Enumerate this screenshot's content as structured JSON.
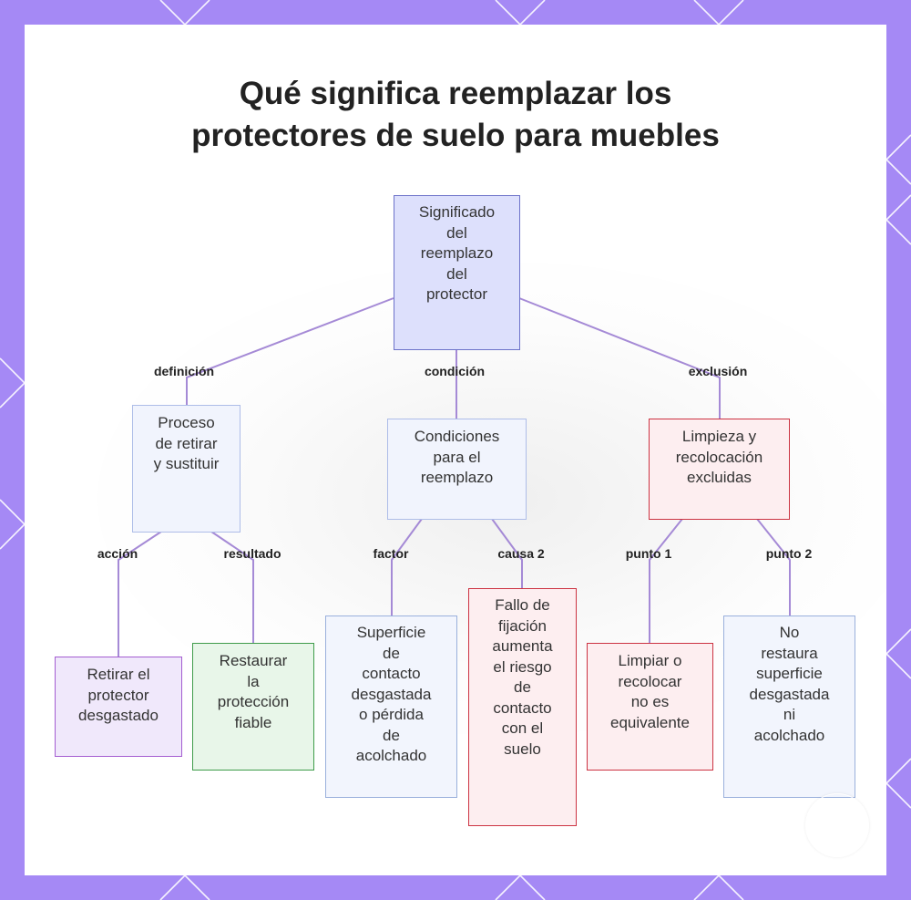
{
  "title_lines": [
    "Qué significa reemplazar los",
    "protectores de suelo para muebles"
  ],
  "colors": {
    "frame": "#a589f5",
    "edge": "#a58ad6",
    "root_fill": "#dde0fc",
    "red_border": "#cc3342",
    "green_border": "#3f9c4a",
    "purple_border": "#a45dd1"
  },
  "nodes": {
    "root": [
      "Significado",
      "del",
      "reemplazo",
      "del",
      "protector"
    ],
    "proceso": [
      "Proceso",
      "de retirar",
      "y sustituir"
    ],
    "condiciones": [
      "Condiciones",
      "para el",
      "reemplazo"
    ],
    "limpieza": [
      "Limpieza y",
      "recolocación",
      "excluidas"
    ],
    "retirar": [
      "Retirar el",
      "protector",
      "desgastado"
    ],
    "restaurar": [
      "Restaurar",
      "la",
      "protección",
      "fiable"
    ],
    "superficie": [
      "Superficie",
      "de",
      "contacto",
      "desgastada",
      "o pérdida",
      "de",
      "acolchado"
    ],
    "fallo": [
      "Fallo de",
      "fijación",
      "aumenta",
      "el riesgo",
      "de",
      "contacto",
      "con el",
      "suelo"
    ],
    "limpiar": [
      "Limpiar o",
      "recolocar",
      "no es",
      "equivalente"
    ],
    "no_restaura": [
      "No",
      "restaura",
      "superficie",
      "desgastada",
      "ni",
      "acolchado"
    ]
  },
  "edge_labels": {
    "definicion": "definición",
    "condicion": "condición",
    "exclusion": "exclusión",
    "accion": "acción",
    "resultado": "resultado",
    "factor": "factor",
    "causa2": "causa 2",
    "punto1": "punto 1",
    "punto2": "punto 2"
  },
  "badge_icon": "logo-seal-icon"
}
